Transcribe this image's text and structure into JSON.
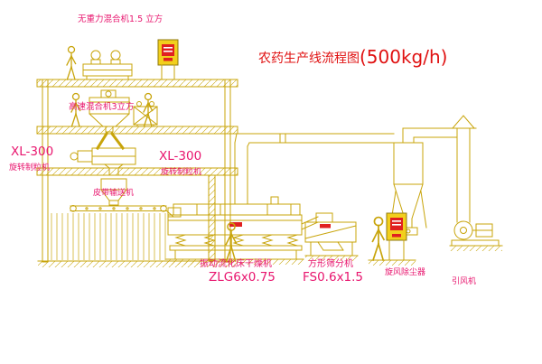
{
  "title": {
    "main": "农药生产线流程图",
    "capacity": "(500kg/h)"
  },
  "labels": {
    "gravity_mixer": "无重力混合机1.5 立方",
    "high_speed_mixer": "高速混合机3立方",
    "granulator_left_model": "XL-300",
    "granulator_left_name": "旋转制粒机",
    "granulator_center_model": "XL-300",
    "granulator_center_name": "旋转制粒机",
    "belt_conveyor": "皮带输送机",
    "fluid_bed_dryer": "振动流化床干燥机",
    "fluid_bed_dryer_model": "ZLG6x0.75",
    "square_sieve": "方形筛分机",
    "square_sieve_model": "FS0.6x1.5",
    "cyclone": "旋风除尘器",
    "draft_fan": "引风机"
  },
  "colors": {
    "line_yellow": "#c8a40a",
    "label_magenta": "#e8156e",
    "title_red": "#e01111",
    "cabinet_yellow": "#f2cf1d",
    "panel_red": "#e02020",
    "background": "#ffffff"
  }
}
